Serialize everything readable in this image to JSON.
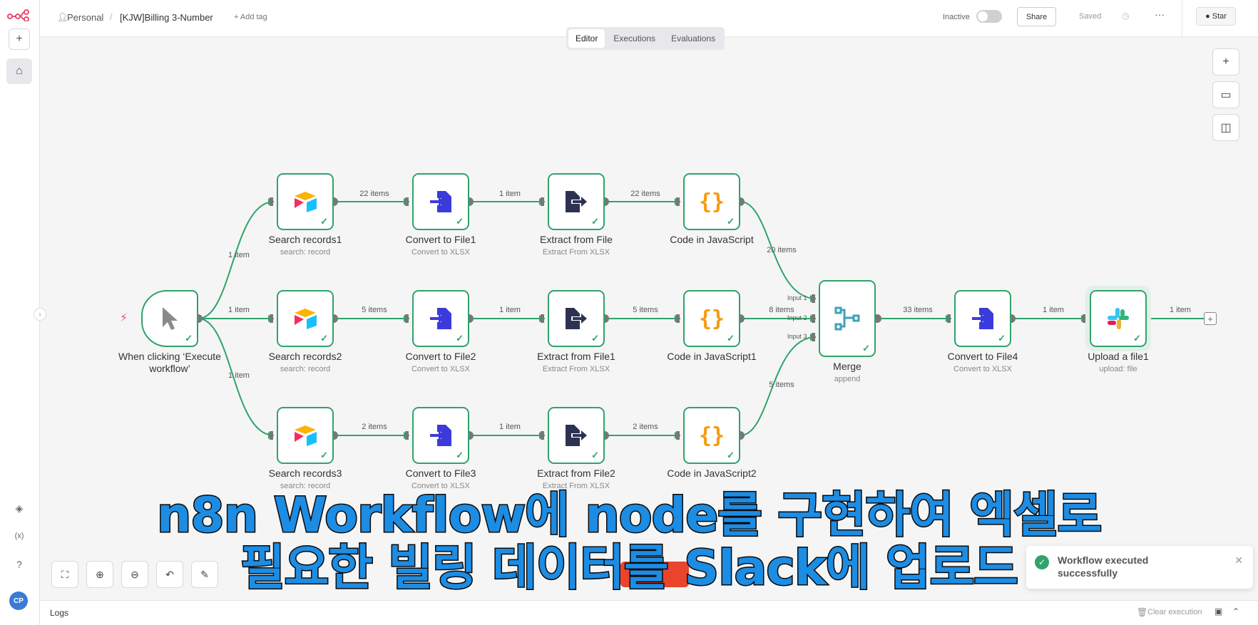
{
  "topbar": {
    "workspace": "Personal",
    "separator": "/",
    "workflow_name": "[KJW]Billing 3-Number",
    "add_tag": "+ Add tag",
    "status": "Inactive",
    "share": "Share",
    "saved": "Saved",
    "star": "Star"
  },
  "tabs": [
    "Editor",
    "Executions",
    "Evaluations"
  ],
  "nodes": {
    "trigger": {
      "name": "When clicking ‘Execute workflow’"
    },
    "search1": {
      "name": "Search records1",
      "sub": "search: record"
    },
    "search2": {
      "name": "Search records2",
      "sub": "search: record"
    },
    "search3": {
      "name": "Search records3",
      "sub": "search: record"
    },
    "convert1": {
      "name": "Convert to File1",
      "sub": "Convert to XLSX"
    },
    "convert2": {
      "name": "Convert to File2",
      "sub": "Convert to XLSX"
    },
    "convert3": {
      "name": "Convert to File3",
      "sub": "Convert to XLSX"
    },
    "extract1": {
      "name": "Extract from File",
      "sub": "Extract From XLSX"
    },
    "extract2": {
      "name": "Extract from File1",
      "sub": "Extract From XLSX"
    },
    "extract3": {
      "name": "Extract from File2",
      "sub": "Extract From XLSX"
    },
    "code1": {
      "name": "Code in JavaScript"
    },
    "code2": {
      "name": "Code in JavaScript1"
    },
    "code3": {
      "name": "Code in JavaScript2"
    },
    "merge": {
      "name": "Merge",
      "sub": "append",
      "inputs": [
        "Input 1",
        "Input 2",
        "Input 3"
      ]
    },
    "convert4": {
      "name": "Convert to File4",
      "sub": "Convert to XLSX"
    },
    "upload": {
      "name": "Upload a file1",
      "sub": "upload: file"
    }
  },
  "edges": {
    "t_s1": "1 item",
    "t_s2": "1 item",
    "t_s3": "1 item",
    "s1_c1": "22 items",
    "c1_e1": "1 item",
    "e1_j1": "22 items",
    "j1_m": "20 items",
    "s2_c2": "5 items",
    "c2_e2": "1 item",
    "e2_j2": "5 items",
    "j2_m": "8 items",
    "s3_c3": "2 items",
    "c3_e3": "1 item",
    "e3_j3": "2 items",
    "j3_m": "5 items",
    "m_c4": "33 items",
    "c4_u": "1 item",
    "u_out": "1 item"
  },
  "caption": {
    "line1": "n8n Workflow에 node를 구현하여 엑셀로",
    "line2": "필요한 빌링 데이터를 Slack에 업로드"
  },
  "toast": {
    "message": "Workflow executed successfully"
  },
  "logs": {
    "label": "Logs",
    "clear": "Clear execution"
  },
  "avatar": {
    "initials": "CP"
  },
  "colors": {
    "accent": "#2fa36b",
    "caption": "#1d8ce3",
    "brand": "#ea4b71"
  }
}
